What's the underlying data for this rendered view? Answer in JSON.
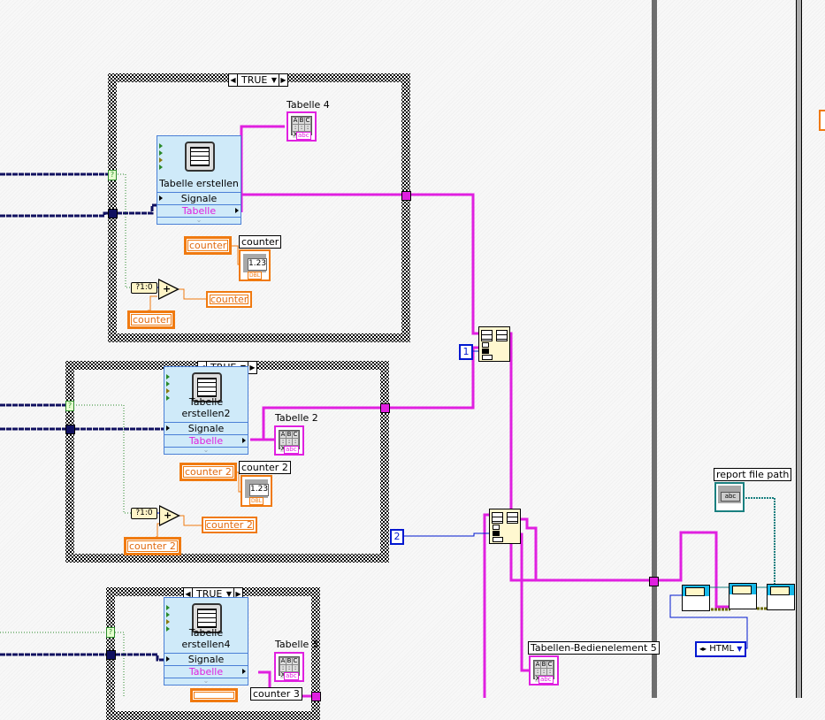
{
  "case_structures": [
    {
      "selector": "TRUE"
    },
    {
      "selector": "TRUE"
    },
    {
      "selector": "TRUE"
    }
  ],
  "express_vis": [
    {
      "title": "Tabelle erstellen",
      "inputs": [
        "Signale"
      ],
      "outputs": [
        "Tabelle"
      ]
    },
    {
      "title": "Tabelle erstellen2",
      "inputs": [
        "Signale"
      ],
      "outputs": [
        "Tabelle"
      ]
    },
    {
      "title": "Tabelle erstellen4",
      "inputs": [
        "Signale"
      ],
      "outputs": [
        "Tabelle"
      ]
    }
  ],
  "table_indicators": [
    {
      "label": "Tabelle 4",
      "grid": [
        "A",
        "B",
        "C",
        ":",
        ":",
        ":",
        "X",
        "Y",
        "Z"
      ],
      "tag": "abc"
    },
    {
      "label": "Tabelle 2",
      "grid": [
        "A",
        "B",
        "C",
        ":",
        ":",
        ":",
        "X",
        "Y",
        "Z"
      ],
      "tag": "abc"
    },
    {
      "label": "Tabelle 3",
      "grid": [
        "A",
        "B",
        "C",
        ":",
        ":",
        ":",
        "X",
        "Y",
        "Z"
      ],
      "tag": "abc"
    },
    {
      "label": "Tabellen-Bedienelement 5",
      "grid": [
        "A",
        "B",
        "C",
        ":",
        ":",
        ":",
        "X",
        "Y",
        "Z"
      ],
      "tag": "abc"
    }
  ],
  "numeric_indicators": [
    {
      "label": "counter",
      "value": "1.23",
      "type": "DBL"
    },
    {
      "label": "counter 2",
      "value": "1.23",
      "type": "DBL"
    },
    {
      "label": "counter 3"
    }
  ],
  "local_variables": {
    "case1": {
      "read": "counter",
      "write": "counter",
      "write2": "counter"
    },
    "case2": {
      "read": "counter 2",
      "write": "counter 2",
      "write2": "counter 2"
    }
  },
  "bool_to_int": "?1:0",
  "add_symbol": "+",
  "selector_tunnel": "?",
  "constants": [
    "1",
    "2"
  ],
  "report": {
    "file_path_label": "report file path",
    "file_path_ctl_text": "abc",
    "report_type": "HTML"
  },
  "colors": {
    "string_wire": "#e020e0",
    "numeric_wire": "#f07a10",
    "int_wire": "#0018d0",
    "dynamic_wire": "#101060",
    "path_wire": "#1a8080",
    "bool_wire": "#2a8a2a"
  }
}
